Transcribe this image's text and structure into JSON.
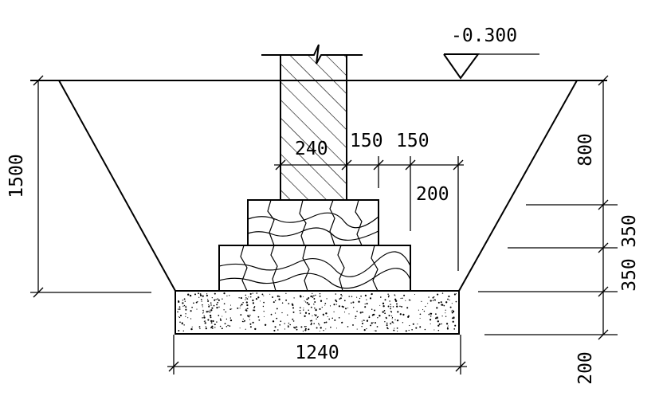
{
  "elevation": {
    "label": "-0.300"
  },
  "dimensions": {
    "total_depth": "1500",
    "upper_depth": "800",
    "step_upper": "350",
    "step_lower": "350",
    "footing_thickness": "200",
    "wall_width": "240",
    "offset_outer": "150",
    "offset_inner": "150",
    "step_height": "200",
    "footing_width": "1240"
  },
  "legend_colors": {
    "line": "#000000",
    "background": "#ffffff"
  }
}
